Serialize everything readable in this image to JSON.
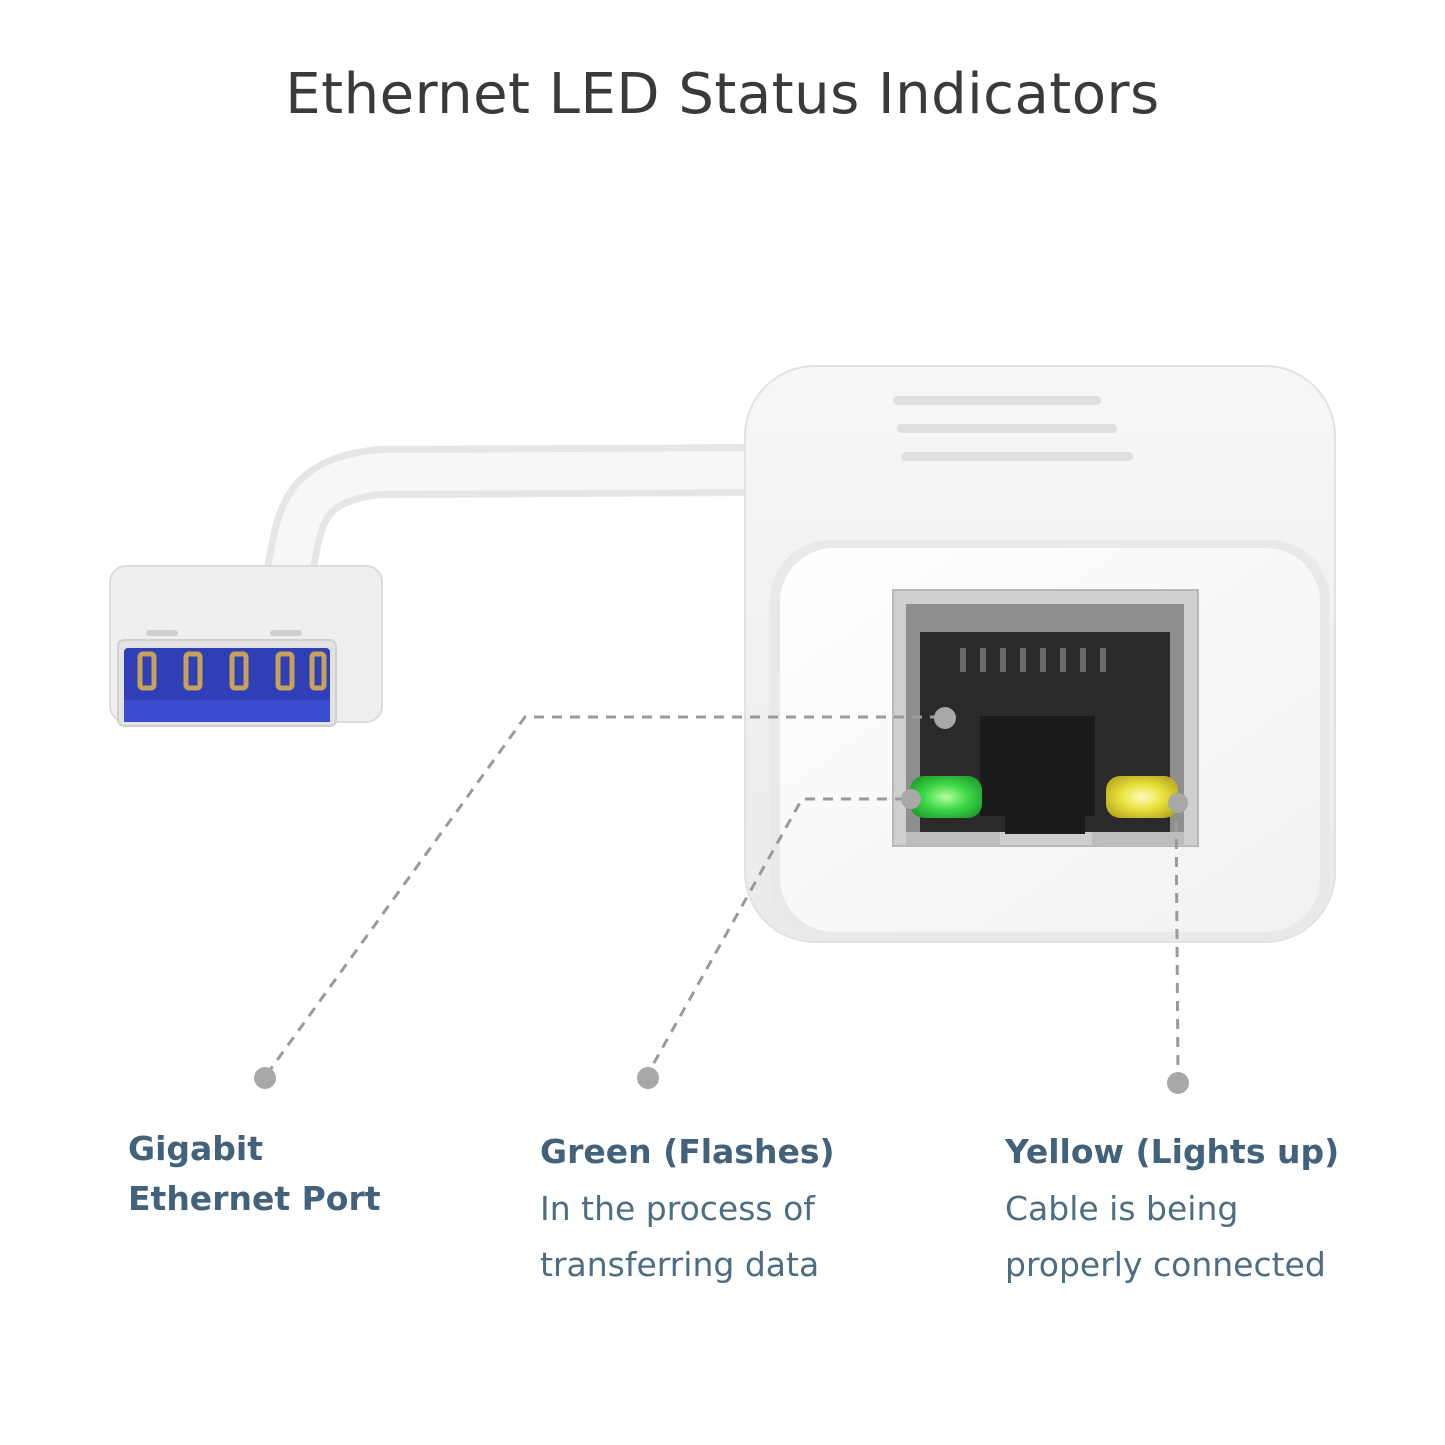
{
  "title": "Ethernet LED Status Indicators",
  "colors": {
    "label_text": "#41627a",
    "dotted_line": "#9a9a9a",
    "usb_blue": "#2f3fb8",
    "led_green": "#3fd94a",
    "led_yellow": "#e8e23c"
  },
  "labels": [
    {
      "heading_lines": [
        "Gigabit",
        "Ethernet Port"
      ],
      "desc_lines": []
    },
    {
      "heading_lines": [
        "Green (Flashes)"
      ],
      "desc_lines": [
        "In the process of",
        "transferring data"
      ]
    },
    {
      "heading_lines": [
        "Yellow (Lights up)"
      ],
      "desc_lines": [
        "Cable is being",
        "properly connected"
      ]
    }
  ]
}
